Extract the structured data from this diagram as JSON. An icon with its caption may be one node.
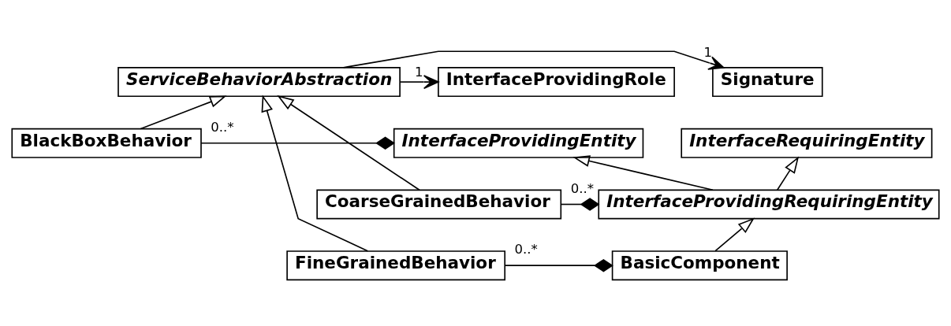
{
  "diagram": {
    "nodes": [
      {
        "text": [
          "ServiceBehaviorAbstraction"
        ]
      },
      {
        "text": [
          "InterfaceProvidingRole"
        ]
      },
      {
        "text": [
          "Signature"
        ]
      },
      {
        "text": [
          "BlackBoxBehavior"
        ]
      },
      {
        "text": [
          "InterfaceProvidingEntity"
        ]
      },
      {
        "text": [
          "InterfaceRequiringEntity"
        ]
      },
      {
        "text": [
          "CoarseGrainedBehavior"
        ]
      },
      {
        "text": [
          "InterfaceProvidingRequiringEntity"
        ]
      },
      {
        "text": [
          "FineGrainedBehavior"
        ]
      },
      {
        "text": [
          "BasicComponent"
        ]
      }
    ],
    "edges": [
      {
        "from": 0,
        "to": 1,
        "arrow": "to",
        "label": "1"
      },
      {
        "from": 0,
        "to": 2,
        "arrow": "to",
        "label": "1"
      },
      {
        "from": 3,
        "to": 0,
        "arrow": "to"
      },
      {
        "from": 6,
        "to": 0,
        "arrow": "to"
      },
      {
        "from": 8,
        "to": 0,
        "arrow": "to"
      },
      {
        "from": 3,
        "to": 4,
        "arrow": "other",
        "label": "0..*"
      },
      {
        "from": 7,
        "to": 4,
        "arrow": "to"
      },
      {
        "from": 7,
        "to": 5,
        "arrow": "to"
      },
      {
        "from": 6,
        "to": 7,
        "arrow": "other",
        "label": "0..*"
      },
      {
        "from": 9,
        "to": 7,
        "arrow": "to"
      },
      {
        "from": 8,
        "to": 9,
        "arrow": "other",
        "label": "0..*"
      }
    ]
  }
}
